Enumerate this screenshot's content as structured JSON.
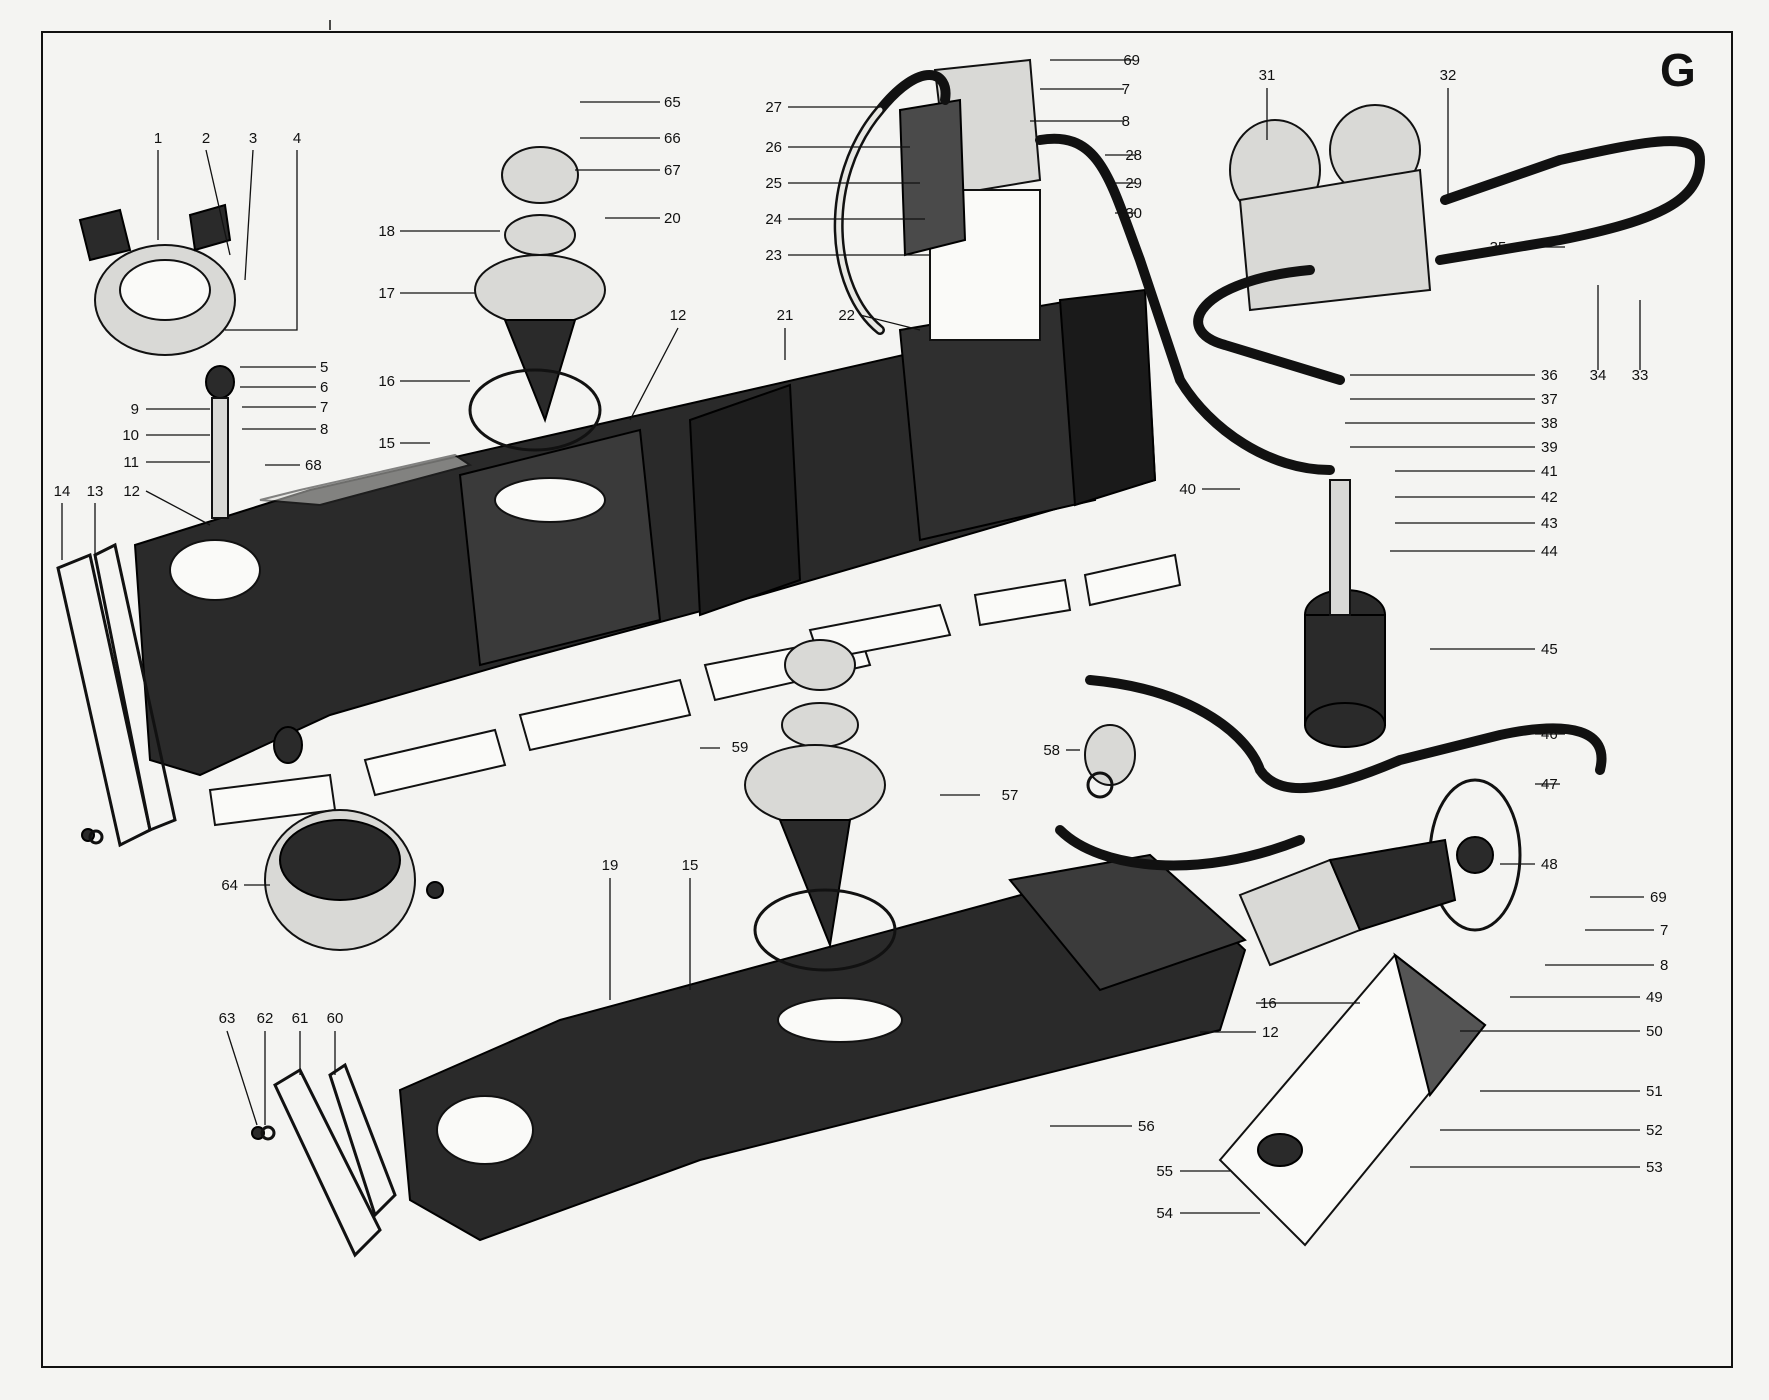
{
  "sheet": {
    "letter": "G"
  },
  "callouts": [
    {
      "id": "c1",
      "text": "1"
    },
    {
      "id": "c2",
      "text": "2"
    },
    {
      "id": "c3",
      "text": "3"
    },
    {
      "id": "c4",
      "text": "4"
    },
    {
      "id": "c5",
      "text": "5"
    },
    {
      "id": "c6",
      "text": "6"
    },
    {
      "id": "c7a",
      "text": "7"
    },
    {
      "id": "c8a",
      "text": "8"
    },
    {
      "id": "c9",
      "text": "9"
    },
    {
      "id": "c10",
      "text": "10"
    },
    {
      "id": "c11",
      "text": "11"
    },
    {
      "id": "c12a",
      "text": "12"
    },
    {
      "id": "c12b",
      "text": "12"
    },
    {
      "id": "c12c",
      "text": "12"
    },
    {
      "id": "c13",
      "text": "13"
    },
    {
      "id": "c14",
      "text": "14"
    },
    {
      "id": "c15a",
      "text": "15"
    },
    {
      "id": "c15b",
      "text": "15"
    },
    {
      "id": "c16a",
      "text": "16"
    },
    {
      "id": "c16b",
      "text": "16"
    },
    {
      "id": "c17",
      "text": "17"
    },
    {
      "id": "c18",
      "text": "18"
    },
    {
      "id": "c19",
      "text": "19"
    },
    {
      "id": "c20",
      "text": "20"
    },
    {
      "id": "c21",
      "text": "21"
    },
    {
      "id": "c22",
      "text": "22"
    },
    {
      "id": "c23",
      "text": "23"
    },
    {
      "id": "c24",
      "text": "24"
    },
    {
      "id": "c25",
      "text": "25"
    },
    {
      "id": "c26",
      "text": "26"
    },
    {
      "id": "c27",
      "text": "27"
    },
    {
      "id": "c28",
      "text": "28"
    },
    {
      "id": "c29",
      "text": "29"
    },
    {
      "id": "c30",
      "text": "30"
    },
    {
      "id": "c31",
      "text": "31"
    },
    {
      "id": "c32",
      "text": "32"
    },
    {
      "id": "c33",
      "text": "33"
    },
    {
      "id": "c34",
      "text": "34"
    },
    {
      "id": "c35",
      "text": "35"
    },
    {
      "id": "c36",
      "text": "36"
    },
    {
      "id": "c37",
      "text": "37"
    },
    {
      "id": "c38",
      "text": "38"
    },
    {
      "id": "c39",
      "text": "39"
    },
    {
      "id": "c40",
      "text": "40"
    },
    {
      "id": "c41",
      "text": "41"
    },
    {
      "id": "c42",
      "text": "42"
    },
    {
      "id": "c43",
      "text": "43"
    },
    {
      "id": "c44",
      "text": "44"
    },
    {
      "id": "c45",
      "text": "45"
    },
    {
      "id": "c46",
      "text": "46"
    },
    {
      "id": "c47",
      "text": "47"
    },
    {
      "id": "c48",
      "text": "48"
    },
    {
      "id": "c49",
      "text": "49"
    },
    {
      "id": "c50",
      "text": "50"
    },
    {
      "id": "c51",
      "text": "51"
    },
    {
      "id": "c52",
      "text": "52"
    },
    {
      "id": "c53",
      "text": "53"
    },
    {
      "id": "c54",
      "text": "54"
    },
    {
      "id": "c55",
      "text": "55"
    },
    {
      "id": "c56",
      "text": "56"
    },
    {
      "id": "c57",
      "text": "57"
    },
    {
      "id": "c58",
      "text": "58"
    },
    {
      "id": "c59",
      "text": "59"
    },
    {
      "id": "c60",
      "text": "60"
    },
    {
      "id": "c61",
      "text": "61"
    },
    {
      "id": "c62",
      "text": "62"
    },
    {
      "id": "c63",
      "text": "63"
    },
    {
      "id": "c64",
      "text": "64"
    },
    {
      "id": "c65",
      "text": "65"
    },
    {
      "id": "c66",
      "text": "66"
    },
    {
      "id": "c67",
      "text": "67"
    },
    {
      "id": "c68",
      "text": "68"
    },
    {
      "id": "c69a",
      "text": "69"
    },
    {
      "id": "c69b",
      "text": "69"
    },
    {
      "id": "c7b",
      "text": "7"
    },
    {
      "id": "c7c",
      "text": "7"
    },
    {
      "id": "c8b",
      "text": "8"
    },
    {
      "id": "c8c",
      "text": "8"
    }
  ]
}
